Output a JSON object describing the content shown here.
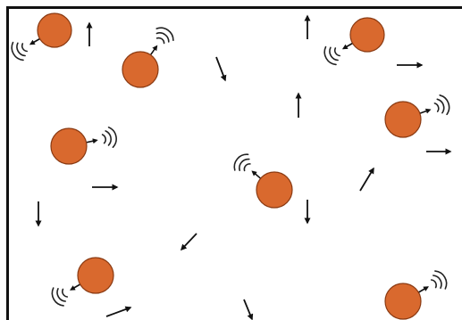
{
  "colors": {
    "background": "#ffffff",
    "frame": "#111111",
    "particle_fill": "#d9692e",
    "particle_outline": "#8a3a12",
    "arrow": "#111111",
    "wave": "#222222"
  },
  "elements": {
    "particles": [
      {
        "name": "emitting-particle-1"
      },
      {
        "name": "emitting-particle-2"
      },
      {
        "name": "emitting-particle-3"
      },
      {
        "name": "emitting-particle-4"
      },
      {
        "name": "emitting-particle-5"
      },
      {
        "name": "emitting-particle-6"
      },
      {
        "name": "emitting-particle-7"
      },
      {
        "name": "emitting-particle-8"
      }
    ],
    "molecule_arrows": [
      {
        "name": "molecule-velocity-arrow-1"
      },
      {
        "name": "molecule-velocity-arrow-2"
      },
      {
        "name": "molecule-velocity-arrow-3"
      },
      {
        "name": "molecule-velocity-arrow-4"
      },
      {
        "name": "molecule-velocity-arrow-5"
      },
      {
        "name": "molecule-velocity-arrow-6"
      },
      {
        "name": "molecule-velocity-arrow-7"
      },
      {
        "name": "molecule-velocity-arrow-8"
      },
      {
        "name": "molecule-velocity-arrow-9"
      },
      {
        "name": "molecule-velocity-arrow-10"
      },
      {
        "name": "molecule-velocity-arrow-11"
      },
      {
        "name": "molecule-velocity-arrow-12"
      },
      {
        "name": "molecule-velocity-arrow-13"
      }
    ]
  }
}
